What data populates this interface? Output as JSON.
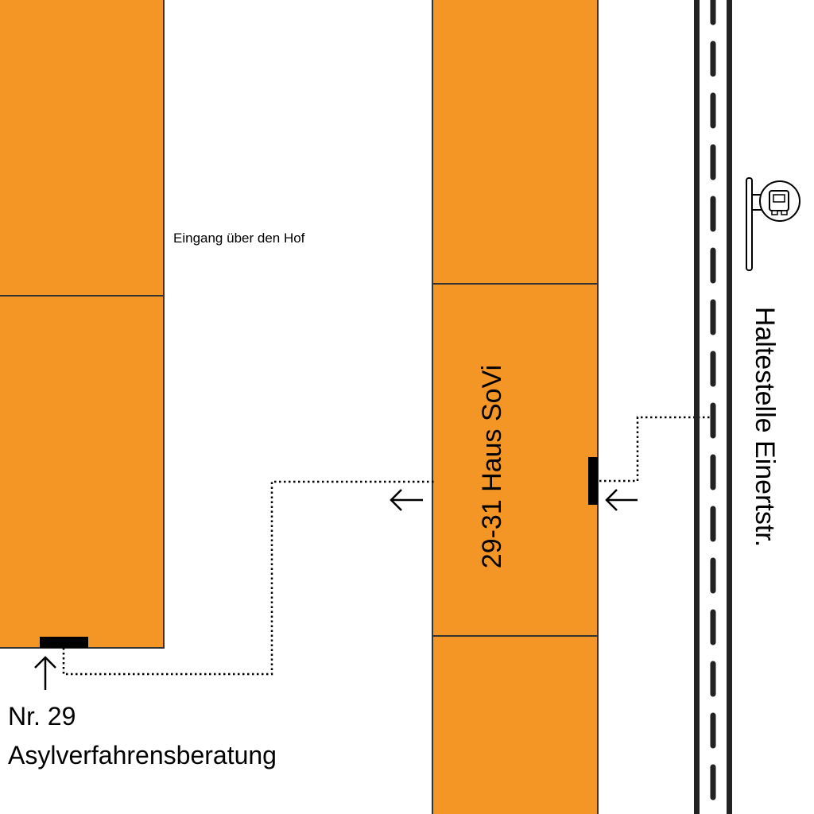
{
  "colors": {
    "building": "#F39626",
    "ink": "#000000",
    "background": "#FFFFFF"
  },
  "labels": {
    "courtyard_entrance": "Eingang über den Hof",
    "building_main": "29-31 Haus SoVi",
    "stop": "Haltestelle Einertstr.",
    "destination_number": "Nr. 29",
    "destination_name": "Asylverfahrensberatung"
  },
  "icons": {
    "bus_stop": "bus-stop-sign-icon",
    "arrow_left": "arrow-left-icon",
    "arrow_up": "arrow-up-icon"
  }
}
